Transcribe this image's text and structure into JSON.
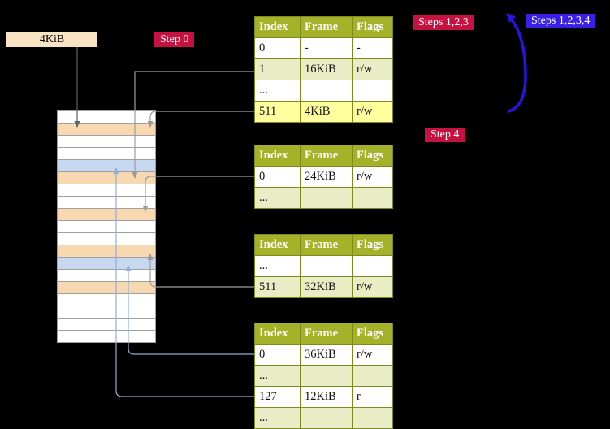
{
  "labels": {
    "frame_label": "4KiB",
    "step0": "Step 0",
    "steps_123": "Steps 1,2,3",
    "steps_1234": "Steps 1,2,3,4",
    "step4": "Step 4"
  },
  "memory": {
    "row_colors": [
      "white",
      "peach",
      "white",
      "white",
      "blue",
      "peach",
      "white",
      "white",
      "peach",
      "white",
      "white",
      "peach",
      "blue",
      "white",
      "peach",
      "white",
      "white",
      "white",
      "white"
    ]
  },
  "tables": [
    {
      "name": "page-table-1",
      "headers": [
        "Index",
        "Frame",
        "Flags"
      ],
      "rows": [
        {
          "cells": [
            "0",
            "-",
            "-"
          ],
          "bg": "white"
        },
        {
          "cells": [
            "1",
            "16KiB",
            "r/w"
          ],
          "bg": "green"
        },
        {
          "cells": [
            "...",
            "",
            ""
          ],
          "bg": "white"
        },
        {
          "cells": [
            "511",
            "4KiB",
            "r/w"
          ],
          "bg": "yellow"
        }
      ]
    },
    {
      "name": "page-table-2",
      "headers": [
        "Index",
        "Frame",
        "Flags"
      ],
      "rows": [
        {
          "cells": [
            "0",
            "24KiB",
            "r/w"
          ],
          "bg": "white"
        },
        {
          "cells": [
            "...",
            "",
            ""
          ],
          "bg": "green"
        }
      ]
    },
    {
      "name": "page-table-3",
      "headers": [
        "Index",
        "Frame",
        "Flags"
      ],
      "rows": [
        {
          "cells": [
            "...",
            "",
            ""
          ],
          "bg": "white"
        },
        {
          "cells": [
            "511",
            "32KiB",
            "r/w"
          ],
          "bg": "green"
        }
      ]
    },
    {
      "name": "page-table-4",
      "headers": [
        "Index",
        "Frame",
        "Flags"
      ],
      "rows": [
        {
          "cells": [
            "0",
            "36KiB",
            "r/w"
          ],
          "bg": "white"
        },
        {
          "cells": [
            "...",
            "",
            ""
          ],
          "bg": "green"
        },
        {
          "cells": [
            "127",
            "12KiB",
            "r"
          ],
          "bg": "white"
        },
        {
          "cells": [
            "...",
            "",
            ""
          ],
          "bg": "green"
        }
      ]
    }
  ],
  "colors": {
    "background": "#000000",
    "table_header": "#a3b228",
    "table_border": "#7e8a1c",
    "row_green": "#e9edc6",
    "row_white": "#ffffff",
    "row_highlight_yellow": "#ffff9e",
    "memory_frame_peach": "#f8d8b0",
    "memory_frame_blue": "#c6d9f0",
    "badge_crimson": "#c51240",
    "badge_blue": "#3a1fe8",
    "arrow_gray": "#9b9b9b",
    "arrow_blue": "#90aed8",
    "arc_blue": "#2b12e3",
    "frame_label_bg": "#f8e3c2"
  }
}
